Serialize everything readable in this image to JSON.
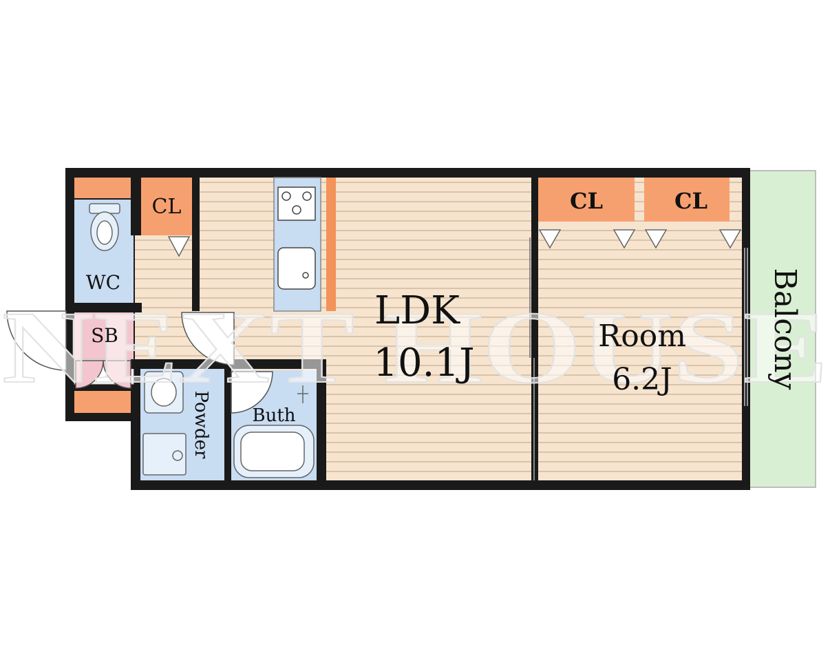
{
  "rooms": {
    "ldk": {
      "name": "LDK",
      "size": "10.1J"
    },
    "room": {
      "name": "Room",
      "size": "6.2J"
    },
    "balcony": "Balcony",
    "wc": "WC",
    "sb": "SB",
    "powder": "Powder",
    "bath": "Buth",
    "cl_hall": "CL",
    "cl_room_left": "CL",
    "cl_room_right": "CL"
  },
  "watermark": "NEXT HOUSE",
  "colors": {
    "wall": "#1a1a1a",
    "floor": "#f6e4cf",
    "floor_line": "#c9ad8e",
    "closet": "#f7a06f",
    "wet": "#c8dcf2",
    "sb": "#f3c6cf",
    "balcony": "#d9efd3",
    "counter": "#c8dcf2",
    "counter_accent": "#f2935a"
  }
}
